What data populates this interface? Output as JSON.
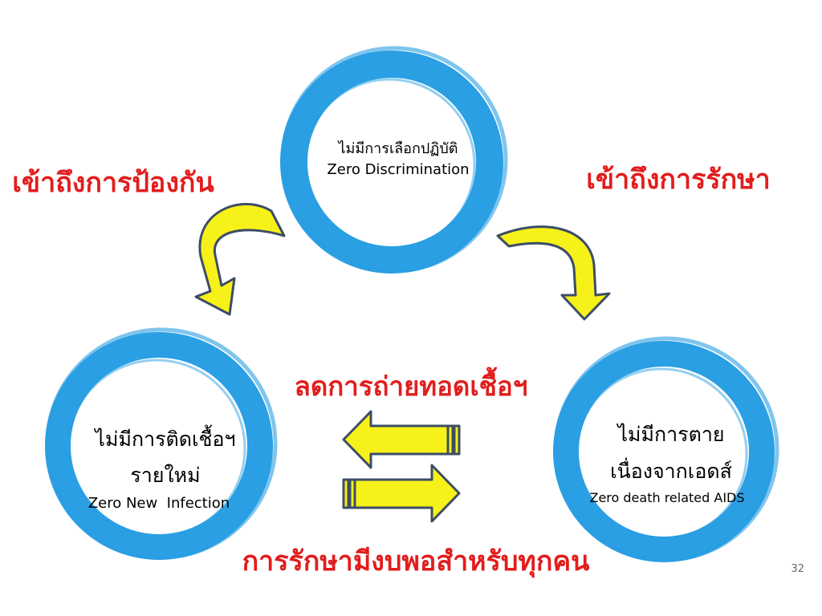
{
  "colors": {
    "ring": "#2a9fe3",
    "arrow_fill": "#f7f11a",
    "arrow_stroke": "#3d4d66",
    "red_text": "#e21d1d",
    "background": "#ffffff"
  },
  "labels": {
    "left_top": "เข้าถึงการป้องกัน",
    "right_top": "เข้าถึงการรักษา",
    "center_middle": "ลดการถ่ายทอดเชื้อฯ",
    "bottom": "การรักษามีงบพอสำหรับทุกคน"
  },
  "circles": {
    "top": {
      "thai": "ไม่มีการเลือกปฏิบัติ",
      "english": "Zero Discrimination"
    },
    "left": {
      "thai_line1": "ไม่มีการติดเชื้อฯ",
      "thai_line2": "รายใหม่",
      "english": "Zero New  Infection"
    },
    "right": {
      "thai_line1": "ไม่มีการตาย",
      "thai_line2": "เนื่องจากเอดส์",
      "english": "Zero death related AIDS"
    }
  },
  "page_number": "32"
}
